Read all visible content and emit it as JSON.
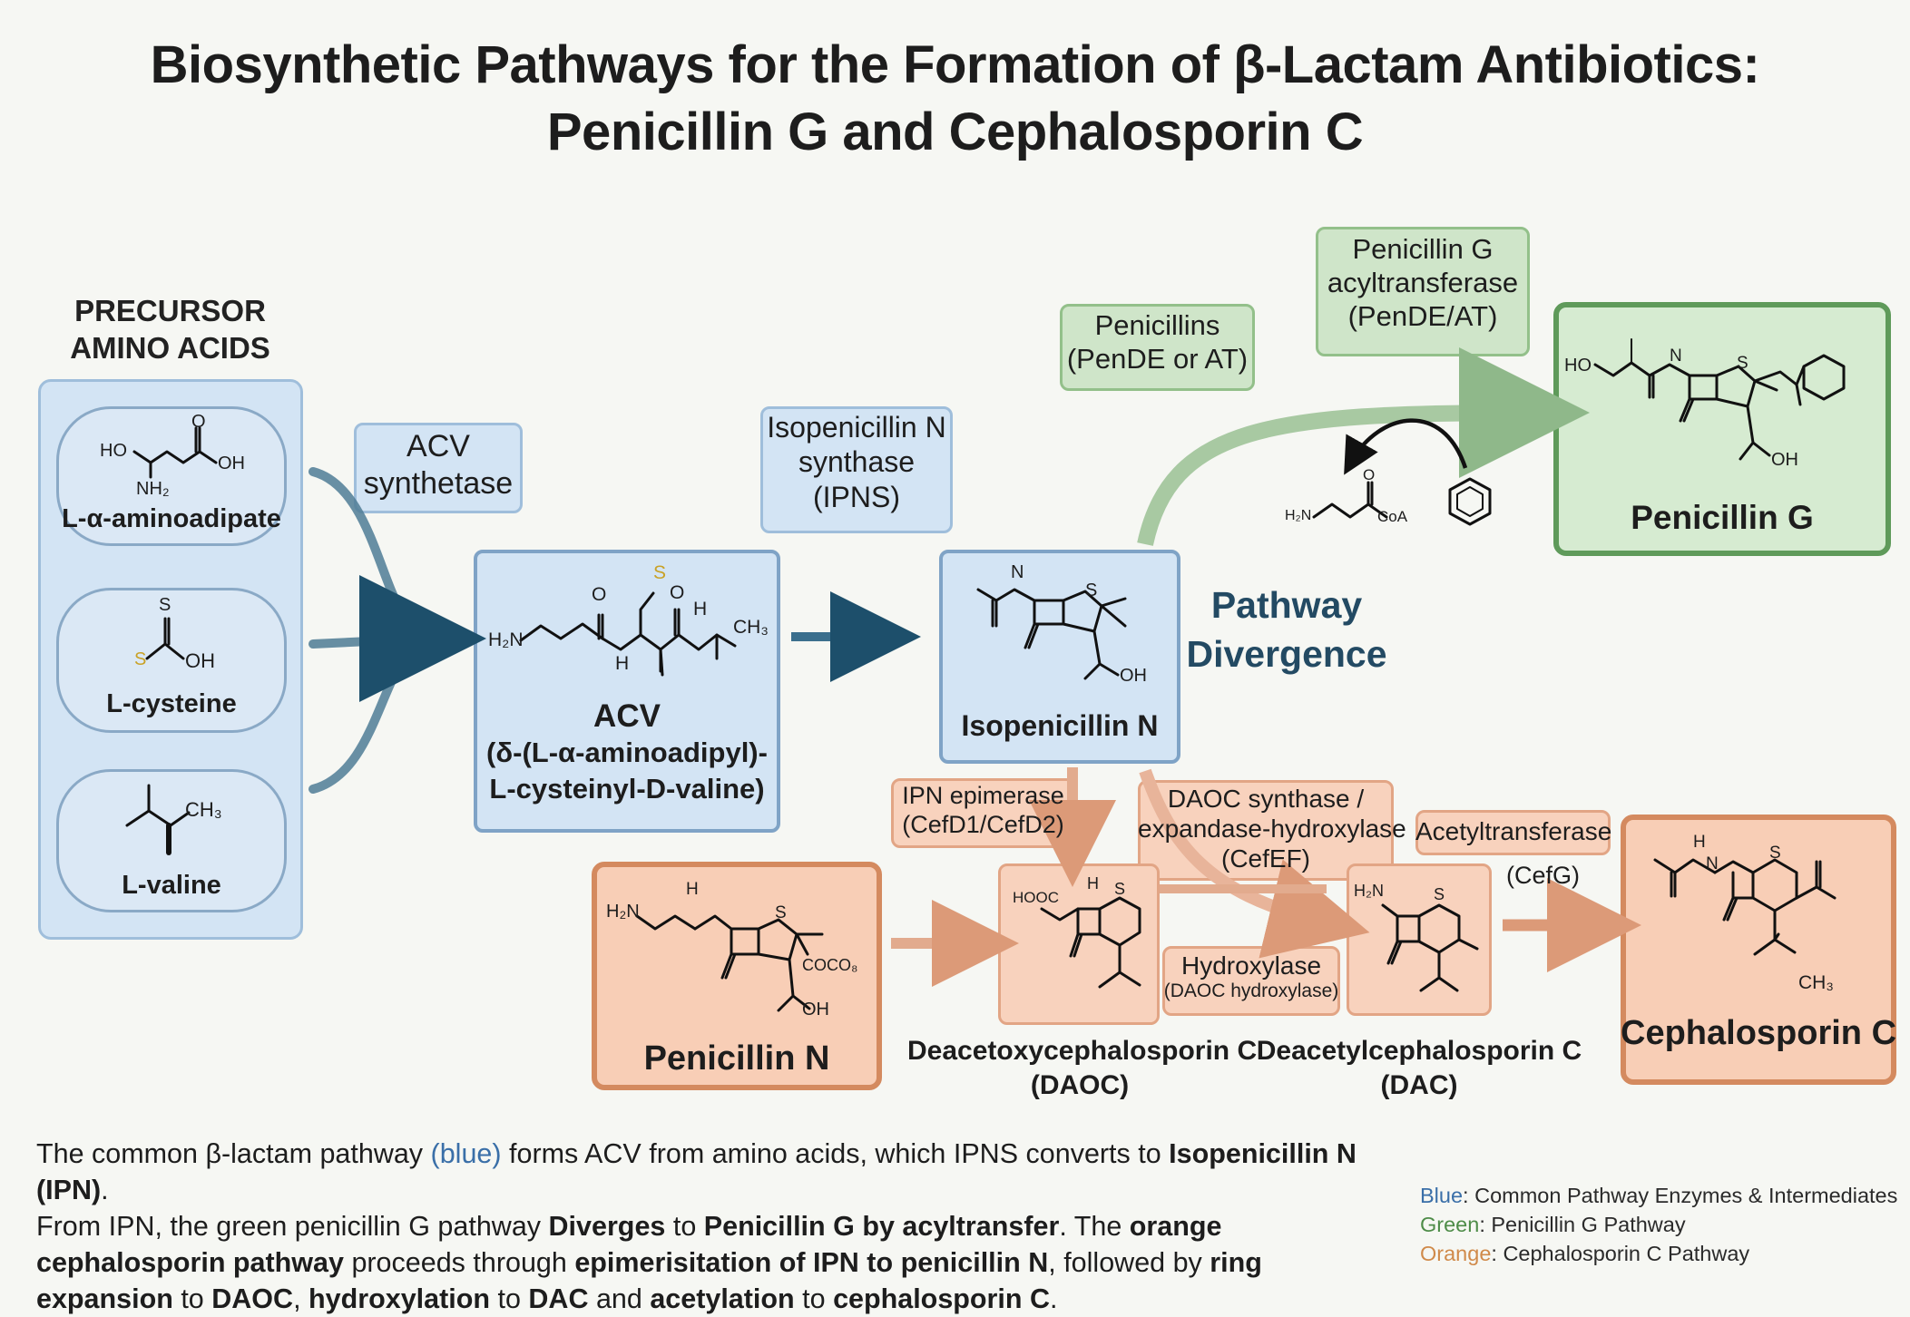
{
  "title": {
    "line1": "Biosynthetic Pathways for the Formation of β-Lactam Antibiotics:",
    "line2": "Penicillin G and Cephalosporin C"
  },
  "precursors": {
    "heading_line1": "PRECURSOR",
    "heading_line2": "AMINO ACIDS",
    "items": [
      {
        "name": "L-α-aminoadipate"
      },
      {
        "name": "L-cysteine"
      },
      {
        "name": "L-valine"
      }
    ]
  },
  "enzymes": {
    "acv_synthetase": {
      "line1": "ACV",
      "line2": "synthetase"
    },
    "ipns": {
      "line1": "Isopenicillin N",
      "line2": "synthase",
      "line3": "(IPNS)"
    },
    "penicillins": {
      "line1": "Penicillins",
      "line2": "(PenDE or AT)"
    },
    "pen_g_acyltransferase": {
      "line1": "Penicillin G",
      "line2": "acyltransferase",
      "line3": "(PenDE/AT)"
    },
    "ipn_epimerase": {
      "line1": "IPN epimerase",
      "line2": "(CefD1/CefD2)"
    },
    "daoc_synthase": {
      "line1": "DAOC synthase /",
      "line2": "expandase-hydroxylase",
      "line3": "(CefEF)"
    },
    "hydroxylase": {
      "line1": "Hydroxylase",
      "line2": "(DAOC hydroxylase)"
    },
    "acetyltransferase": {
      "line1": "Acetyltransferase",
      "line2": "(CefG)"
    }
  },
  "compounds": {
    "acv": {
      "line1": "ACV",
      "line2": "(δ-(L-α-aminoadipyl)-",
      "line3": "L-cysteinyl-D-valine)"
    },
    "isopenicillin_n": {
      "name": "Isopenicillin N"
    },
    "penicillin_g": {
      "name": "Penicillin G"
    },
    "penicillin_n": {
      "name": "Penicillin N"
    },
    "daoc": {
      "line1": "Deacetoxycephalosporin C",
      "line2": "(DAOC)"
    },
    "dac": {
      "line1": "Deacetylcephalosporin C",
      "line2": "(DAC)"
    },
    "cephalosporin_c": {
      "name": "Cephalosporin C"
    }
  },
  "divergence": {
    "line1": "Pathway",
    "line2": "Divergence"
  },
  "caption": {
    "p1": "The common β-lactam pathway ",
    "p1_blue": "(blue)",
    "p2": " forms ACV from amino acids, which IPNS converts to ",
    "b1": "Isopenicillin N (IPN)",
    "p3": ".",
    "p4": "From IPN, the green penicillin G pathway ",
    "b2": "Diverges",
    "p5": " to ",
    "b3": "Penicillin G by acyltransfer",
    "p6": ". The ",
    "b4": "orange cephalosporin pathway",
    "p7": " proceeds through ",
    "b5": "epimerisitation of IPN to penicillin N",
    "p8": ", followed by ",
    "b6": "ring expansion",
    "p9": " to ",
    "b7": "DAOC",
    "p10": ", ",
    "b8": "hydroxylation",
    "p11": " to ",
    "b9": "DAC",
    "p12": " and ",
    "b10": "acetylation",
    "p13": " to ",
    "b11": "cephalosporin C",
    "p14": "."
  },
  "legend": {
    "blue_key": "Blue",
    "blue_text": ": Common Pathway Enzymes & Intermediates",
    "green_key": "Green",
    "green_text": ": Penicillin G Pathway",
    "orange_key": "Orange",
    "orange_text": ": Cephalosporin C Pathway"
  },
  "structure_labels": {
    "ho": "HO",
    "oh": "OH",
    "o": "O",
    "nh2": "NH₂",
    "h2n": "H₂N",
    "s": "S",
    "ch3": "CH₃",
    "n": "N",
    "h": "H",
    "hooc": "HOOC",
    "coa": "CoA",
    "coco": "COCO₈"
  },
  "colors": {
    "blue_accent": "#1d4f6b",
    "blue_box": "#d3e4f4",
    "green_box": "#d6ebd1",
    "green_border": "#5f9a5a",
    "orange_box": "#f8ceb6",
    "orange_border": "#d48a5f",
    "divergence_text": "#234a63"
  }
}
